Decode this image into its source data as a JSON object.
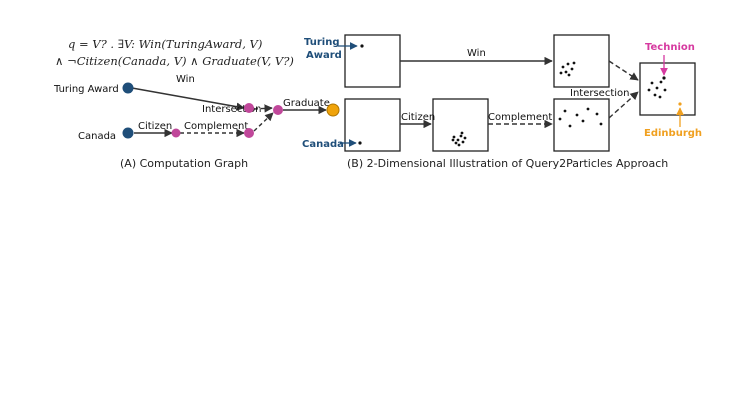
{
  "formula": {
    "line1": "q = V? . ∃V: Win(TuringAward, V)",
    "line2": "∧ ¬Citizen(Canada, V) ∧ Graduate(V, V?)"
  },
  "panel_a": {
    "caption": "(A) Computation Graph",
    "nodes": {
      "turing_award": "Turing Award",
      "canada": "Canada"
    },
    "edges": {
      "win": "Win",
      "citizen": "Citizen",
      "complement": "Complement",
      "intersection": "Intersection",
      "graduate": "Graduate"
    }
  },
  "panel_b": {
    "caption": "(B) 2-Dimensional Illustration of Query2Particles Approach",
    "labels": {
      "turing_line1": "Turing",
      "turing_line2": "Award",
      "canada": "Canada",
      "win": "Win",
      "citizen": "Citizen",
      "complement": "Complement",
      "intersection": "Intersection",
      "technion": "Technion",
      "edinburgh": "Edinburgh"
    }
  },
  "colors": {
    "anchor_node": "#1f4e79",
    "intermediate_node": "#c0479a",
    "answer_node": "#f0a30a",
    "technion": "#d63aa0",
    "edinburgh": "#f0a020",
    "edge": "#333333"
  }
}
